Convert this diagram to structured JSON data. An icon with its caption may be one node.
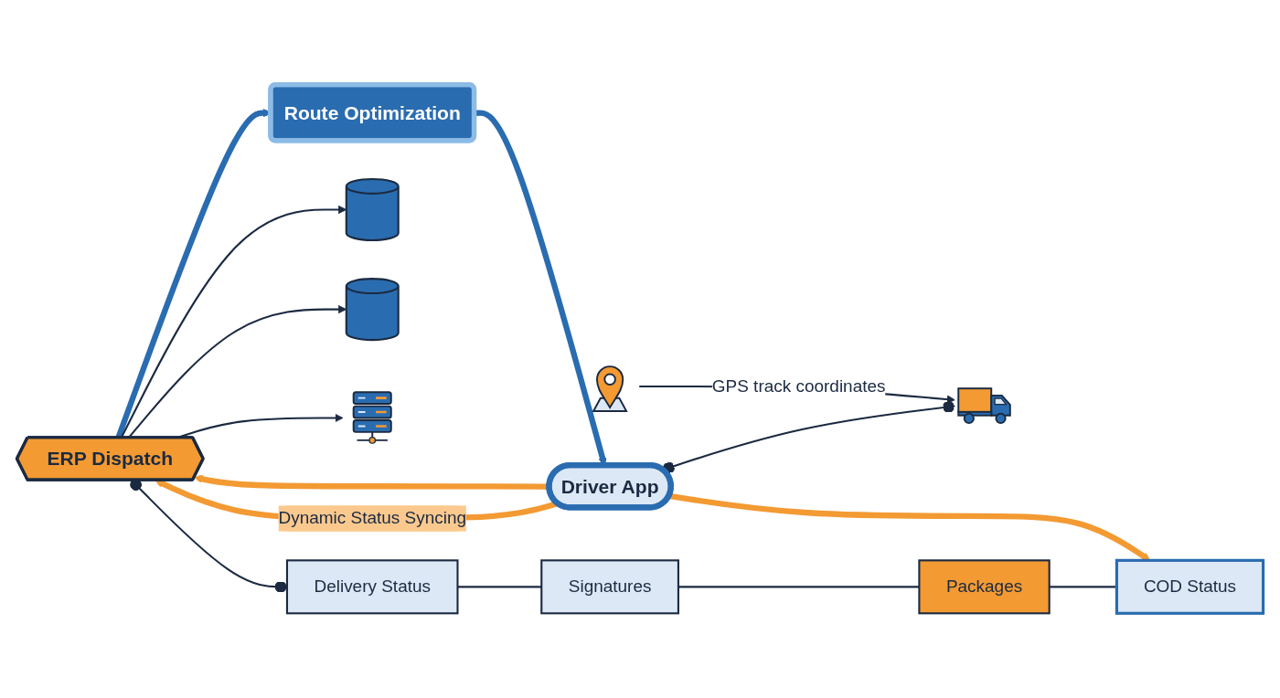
{
  "diagram": {
    "nodes": [
      {
        "text": [
          "ERP Dispatch"
        ]
      },
      {
        "text": [
          "Route Optimization"
        ]
      },
      {
        "text": [
          "Driver App"
        ]
      },
      {
        "text": [],
        "shape": "picture"
      },
      {
        "text": [],
        "shape": "picture"
      },
      {
        "text": [],
        "shape": "cylinder"
      },
      {
        "text": [],
        "shape": "cylinder"
      },
      {
        "text": [],
        "shape": "picture"
      },
      {
        "text": [
          "Delivery Status"
        ]
      },
      {
        "text": [
          "Signatures"
        ]
      },
      {
        "text": [
          "Packages"
        ]
      },
      {
        "text": [
          "COD Status"
        ]
      }
    ],
    "edges": [
      {
        "from": 0,
        "to": 1,
        "arrow": "to",
        "style": "thick",
        "color": "#2a6cb0"
      },
      {
        "from": 1,
        "to": 2,
        "arrow": "to",
        "style": "thick",
        "color": "#2a6cb0"
      },
      {
        "from": 2,
        "to": 0,
        "arrow": "to",
        "style": "thick",
        "color": "#f39a33"
      },
      {
        "from": 2,
        "to": 0,
        "arrow": "to",
        "label": "Dynamic Status Syncing",
        "style": "thick",
        "color": "#f39a33"
      },
      {
        "from": 3,
        "to": 4,
        "arrow": "to",
        "label": "GPS track coordinates"
      },
      {
        "from": 2,
        "to": 4,
        "arrow": "other"
      },
      {
        "from": 0,
        "to": 5,
        "arrow": "to"
      },
      {
        "from": 0,
        "to": 6,
        "arrow": "to"
      },
      {
        "from": 0,
        "to": 7,
        "arrow": "to"
      },
      {
        "from": 2,
        "to": 11,
        "arrow": "to",
        "style": "thick",
        "color": "#f39a33"
      },
      {
        "from": 8,
        "to": 9,
        "arrow": "none"
      },
      {
        "from": 9,
        "to": 10,
        "arrow": "none"
      },
      {
        "from": 10,
        "to": 11,
        "arrow": "none"
      },
      {
        "from": 0,
        "to": 8,
        "arrow": "other"
      }
    ]
  }
}
